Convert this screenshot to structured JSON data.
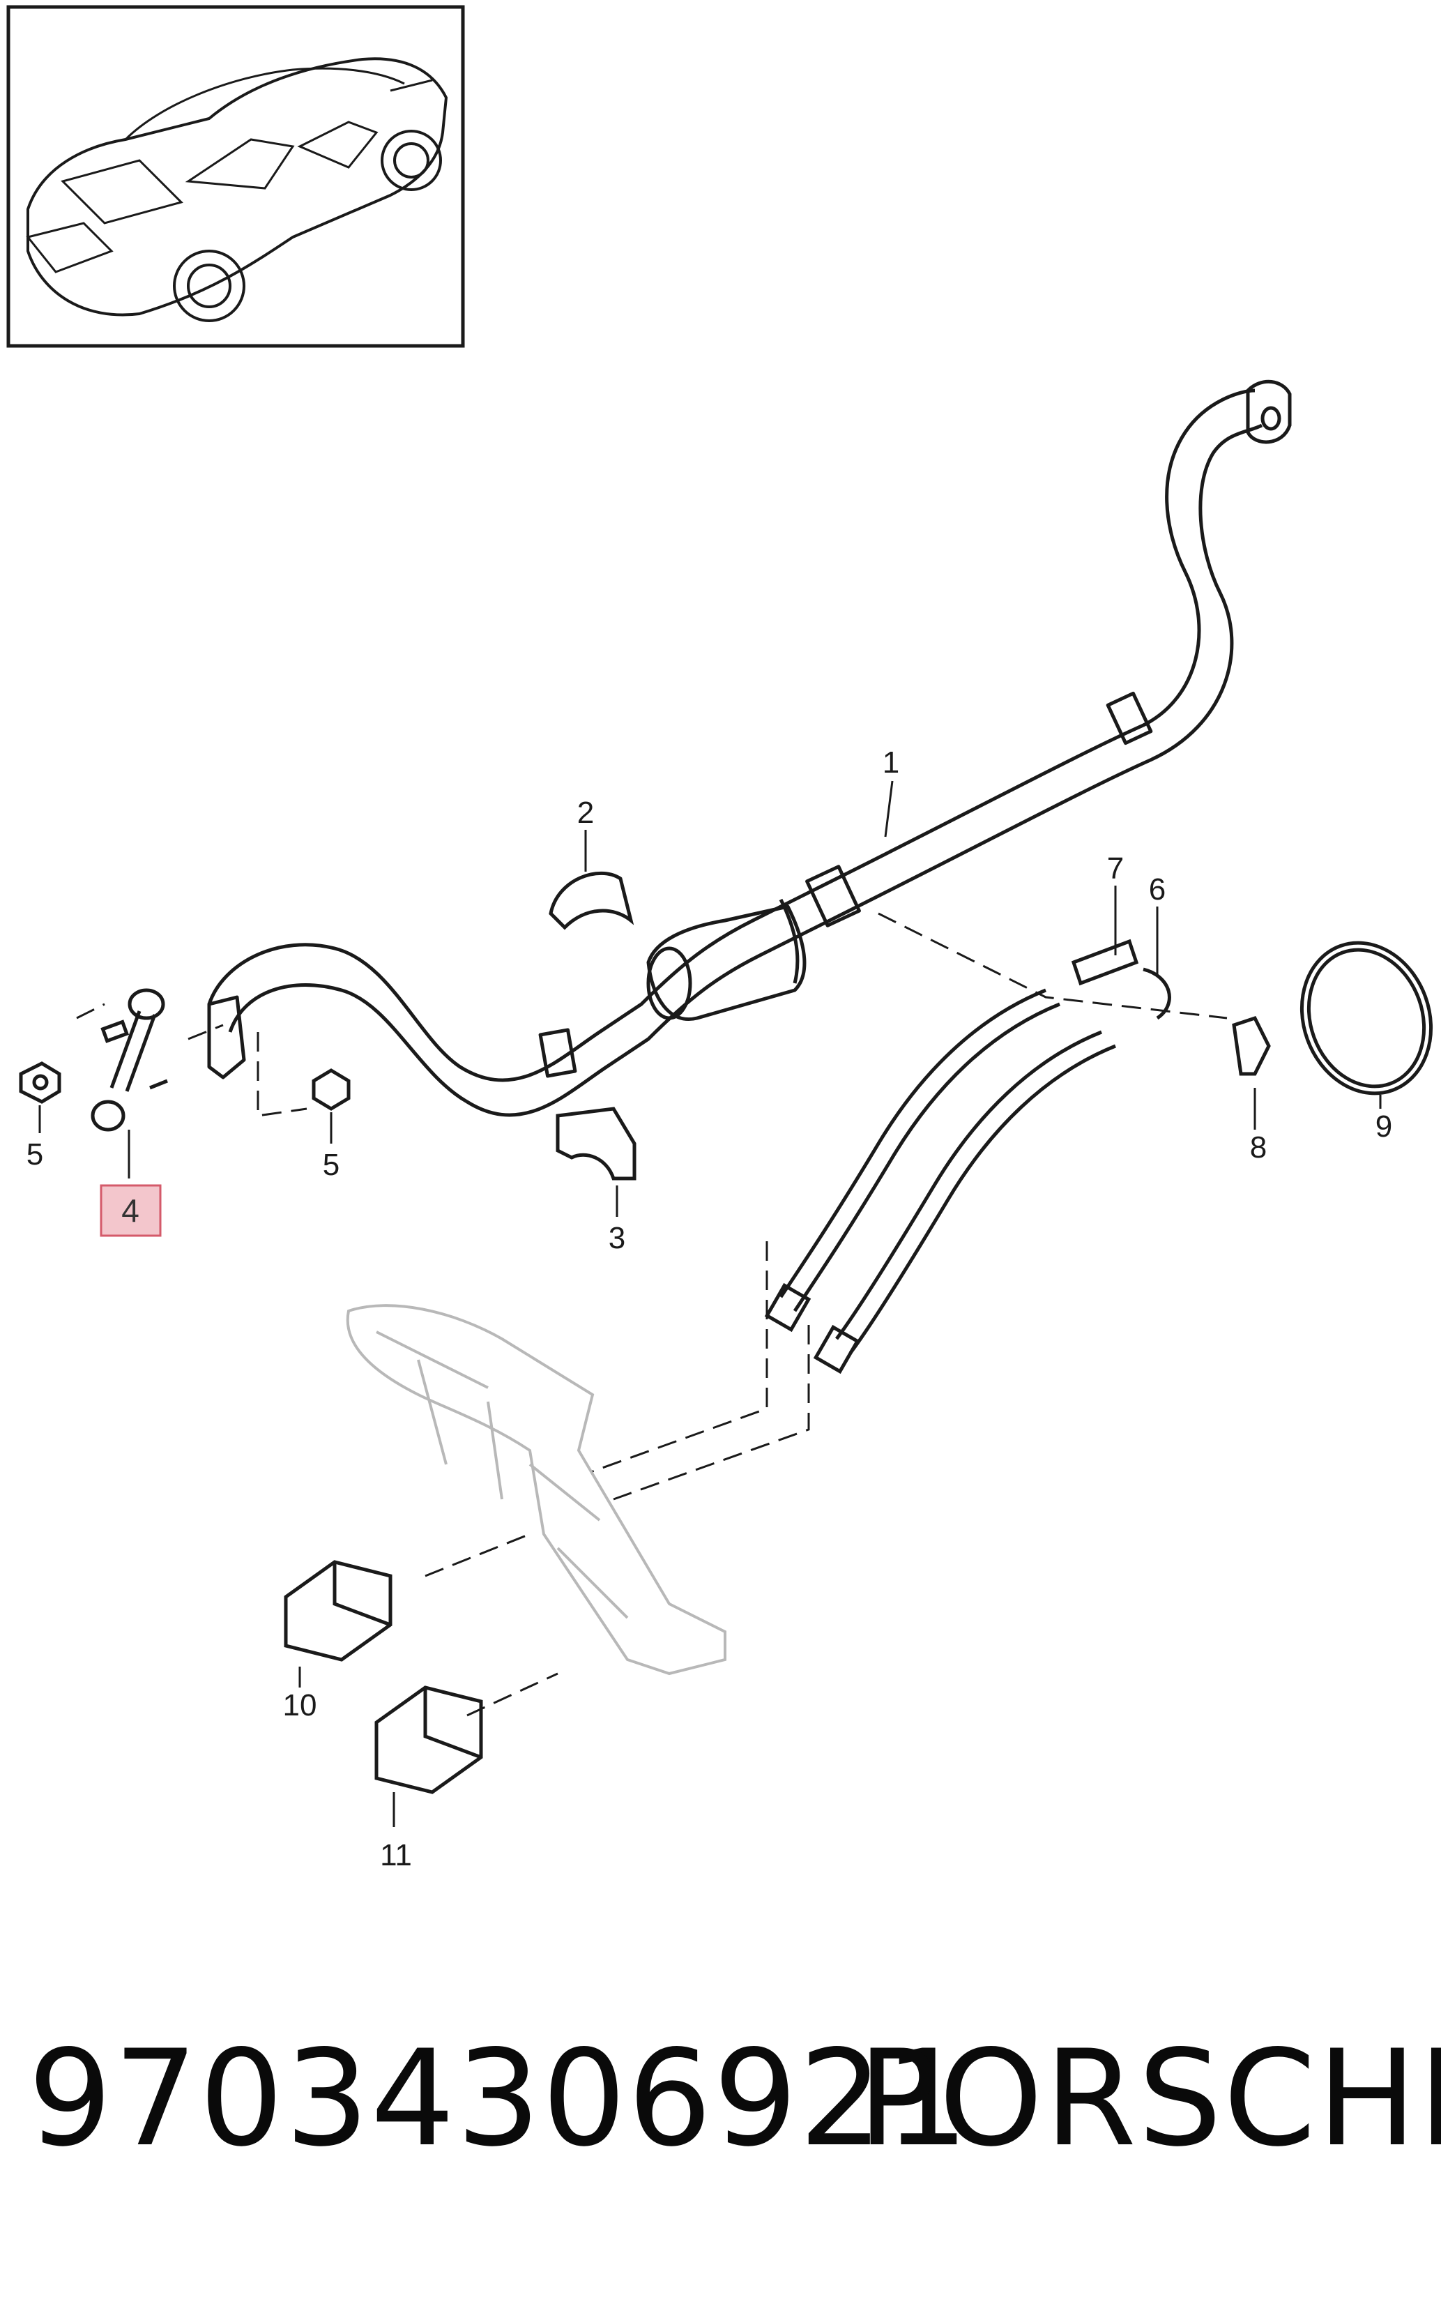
{
  "callouts": [
    "1",
    "2",
    "3",
    "4",
    "5",
    "5",
    "6",
    "7",
    "8",
    "9",
    "10",
    "11"
  ],
  "highlighted_callout": "4",
  "highlight_color": "#f3c6cc",
  "highlight_border": "#d45a6a",
  "footer": {
    "part_number": "97034306921",
    "brand": "PORSCHE"
  },
  "icons": {
    "thumbnail": "car-thumbnail-icon",
    "stabilizer_bar": "stabilizer-bar-icon",
    "end_link": "stabilizer-end-link-icon",
    "nut": "nut-icon",
    "bushing": "bushing-icon",
    "clamp": "clamp-icon",
    "hose": "hose-icon",
    "subframe": "subframe-icon",
    "mount": "mount-icon"
  }
}
